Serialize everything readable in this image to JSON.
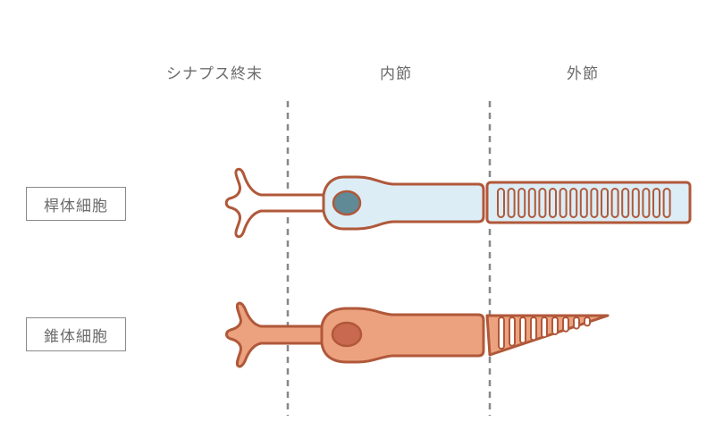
{
  "headers": {
    "synaptic_terminal": "シナプス終末",
    "inner_segment": "内節",
    "outer_segment": "外節"
  },
  "labels": {
    "rod": "桿体細胞",
    "cone": "錐体細胞"
  },
  "colors": {
    "outline": "#b0583a",
    "rod_fill": "#dcedf5",
    "rod_nucleus": "#5f8a96",
    "cone_fill": "#eca27e",
    "cone_nucleus": "#c9694f",
    "divider": "#888888",
    "text": "#6b6b6b"
  }
}
